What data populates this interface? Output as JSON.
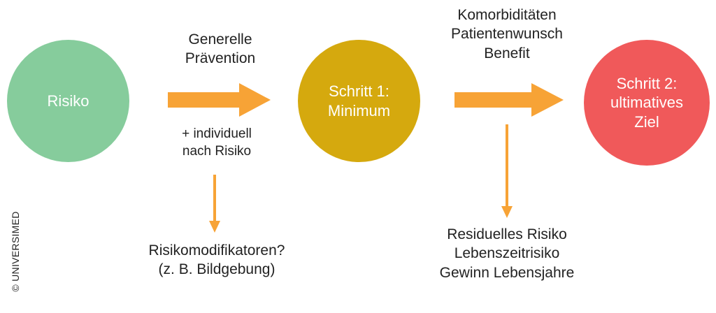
{
  "nodes": {
    "risk": {
      "label": "Risiko",
      "color": "#86cc9c"
    },
    "step1": {
      "lines": [
        "Schritt 1:",
        "Minimum"
      ],
      "color": "#d5a90e"
    },
    "step2": {
      "lines": [
        "Schritt 2:",
        "ultimatives",
        "Ziel"
      ],
      "color": "#f0595a"
    }
  },
  "labels": {
    "prevention": [
      "Generelle",
      "Prävention"
    ],
    "individual": [
      "+ individuell",
      "nach Risiko"
    ],
    "modifiers": [
      "Risikomodifikatoren?",
      "(z. B. Bildgebung)"
    ],
    "factors": [
      "Komorbiditäten",
      "Patientenwunsch",
      "Benefit"
    ],
    "outcomes": [
      "Residuelles Risiko",
      "Lebenszeitrisiko",
      "Gewinn Lebensjahre"
    ]
  },
  "arrow_color": "#f7a336",
  "copyright": "© UNIVERSIMED"
}
